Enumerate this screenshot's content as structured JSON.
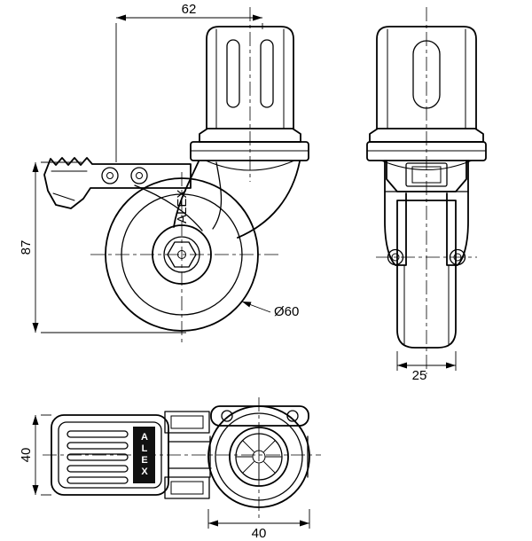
{
  "page": {
    "background": "#ffffff",
    "line_color": "#000000"
  },
  "drawing": {
    "brand": "ALEX",
    "views": {
      "front": {
        "dim_top_width": "62",
        "dim_overall_height": "87",
        "wheel_diameter_label": "Ø60"
      },
      "side": {
        "dim_wheel_width": "25"
      },
      "bottom": {
        "dim_side_height": "40",
        "dim_bottom_width": "40"
      }
    }
  }
}
